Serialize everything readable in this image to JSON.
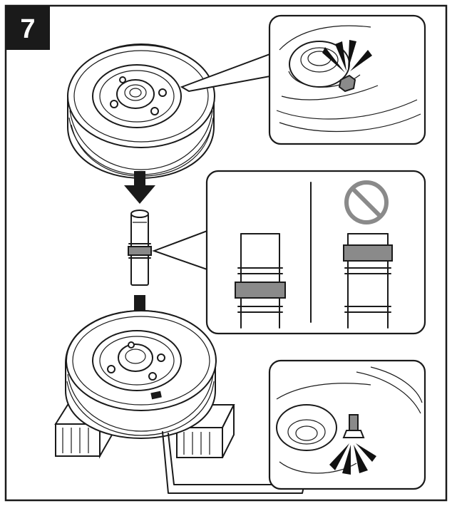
{
  "step": {
    "number": "7"
  },
  "colors": {
    "ink": "#1a1a1a",
    "badge": "#1a1a1a",
    "grey_ring": "#8a8a8a",
    "background": "#ffffff"
  },
  "icons": [
    "down-arrow-icon",
    "prohibited-icon",
    "attention-marker-icon"
  ],
  "panels": {
    "top_detail": "hub-nut-closeup",
    "middle_detail": "shaft-ring-position-comparison",
    "bottom_detail": "lower-hub-nut-closeup"
  }
}
